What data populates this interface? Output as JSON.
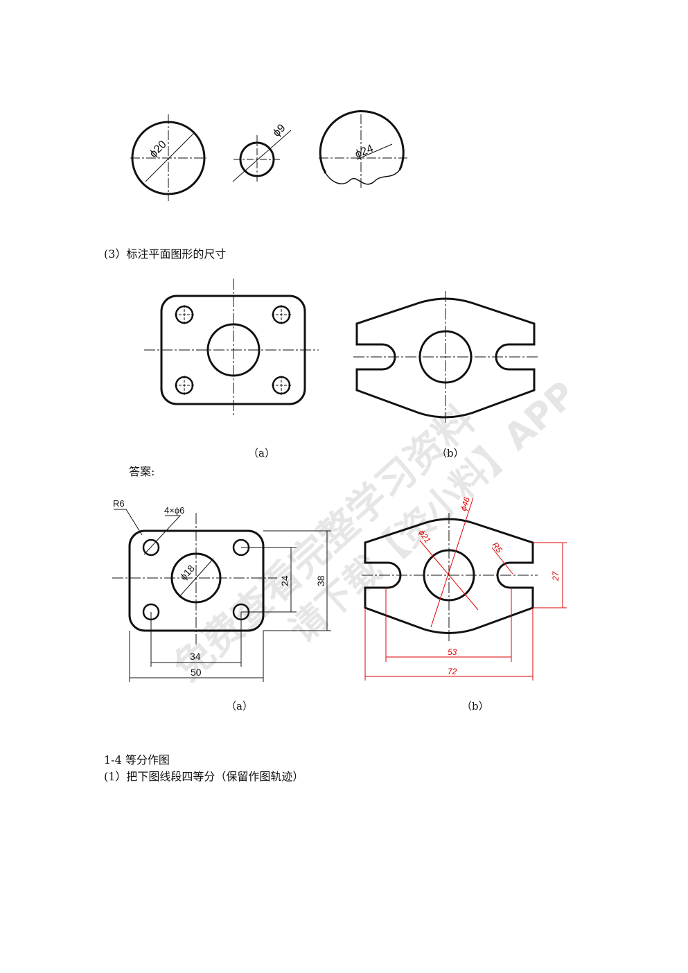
{
  "exercise_circles": {
    "c1_label": "ϕ20",
    "c2_label": "ϕ9",
    "c3_label": "ϕ24"
  },
  "section3_title": "(3）标注平面图形的尺寸",
  "captions": {
    "a_top": "（a）",
    "b_top": "（b）",
    "a_bottom": "（a）",
    "b_bottom": "（b）"
  },
  "answer_label": "答案:",
  "answer_a": {
    "r6": "R6",
    "holes": "4×ϕ6",
    "d18": "ϕ18",
    "d24": "24",
    "d38": "38",
    "d34": "34",
    "d50": "50"
  },
  "answer_b": {
    "d46": "ϕ46",
    "d21": "ϕ21",
    "r5": "R5",
    "d27": "27",
    "d53": "53",
    "d72": "72"
  },
  "section14_title": "1-4 等分作图",
  "section14_sub": "(1）把下图线段四等分（保留作图轨迹）",
  "watermark": {
    "line1": "免费查看完整学习资料",
    "line2": "请下载【资小料】APP"
  },
  "colors": {
    "dimension_red": "#e00000",
    "line_black": "#111111",
    "watermark_gray": "#dcdcdc"
  }
}
